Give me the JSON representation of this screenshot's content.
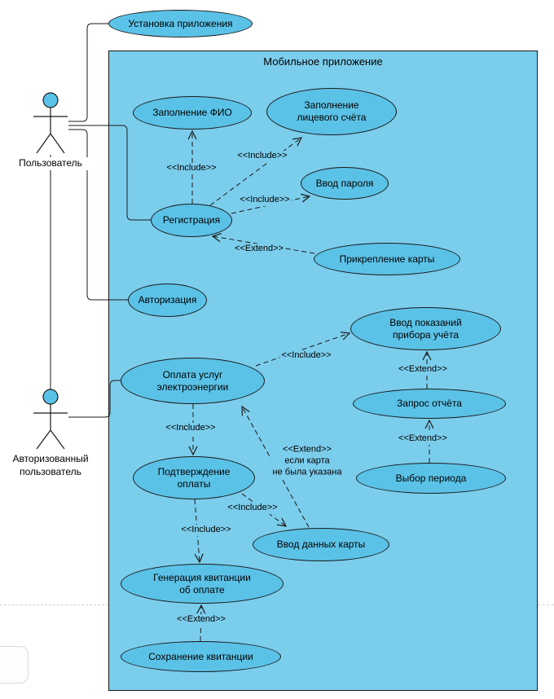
{
  "system": {
    "title": "Мобильное приложение"
  },
  "actors": {
    "user": {
      "label": "Пользователь"
    },
    "auth_user": {
      "label": "Авторизованный\nпользователь"
    }
  },
  "usecases": {
    "install": {
      "label": "Установка приложения"
    },
    "fio": {
      "label": "Заполнение ФИО"
    },
    "account": {
      "label": "Заполнение\nлицевого счёта"
    },
    "password": {
      "label": "Ввод пароля"
    },
    "registration": {
      "label": "Регистрация"
    },
    "card_attach": {
      "label": "Прикрепление карты"
    },
    "authorization": {
      "label": "Авторизация"
    },
    "meter": {
      "label": "Ввод показаний\nприбора учёта"
    },
    "payment": {
      "label": "Оплата услуг\nэлектроэнергии"
    },
    "report": {
      "label": "Запрос отчёта"
    },
    "period": {
      "label": "Выбор периода"
    },
    "confirm": {
      "label": "Подтверждение\nоплаты"
    },
    "card_data": {
      "label": "Ввод данных карты"
    },
    "receipt": {
      "label": "Генерация квитанции\nоб оплате"
    },
    "save": {
      "label": "Сохранение квитанции"
    }
  },
  "edges": {
    "reg_fio": {
      "label": "<<Include>>"
    },
    "reg_account": {
      "label": "<<Include>>"
    },
    "reg_password": {
      "label": "<<Include>>"
    },
    "card_reg": {
      "label": "<<Extend>>"
    },
    "pay_meter": {
      "label": "<<Include>>"
    },
    "report_meter": {
      "label": "<<Extend>>"
    },
    "period_report": {
      "label": "<<Extend>>"
    },
    "pay_confirm": {
      "label": "<<Include>>"
    },
    "card_pay": {
      "label": "<<Extend>>\nесли карта\nне была указана"
    },
    "confirm_card": {
      "label": "<<Include>>"
    },
    "confirm_receipt": {
      "label": "<<Include>>"
    },
    "save_receipt": {
      "label": "<<Extend>>"
    }
  },
  "colors": {
    "shape_fill": "#5bc2e7",
    "boundary_fill": "#7bcdec",
    "stroke": "#1a1a1a"
  }
}
